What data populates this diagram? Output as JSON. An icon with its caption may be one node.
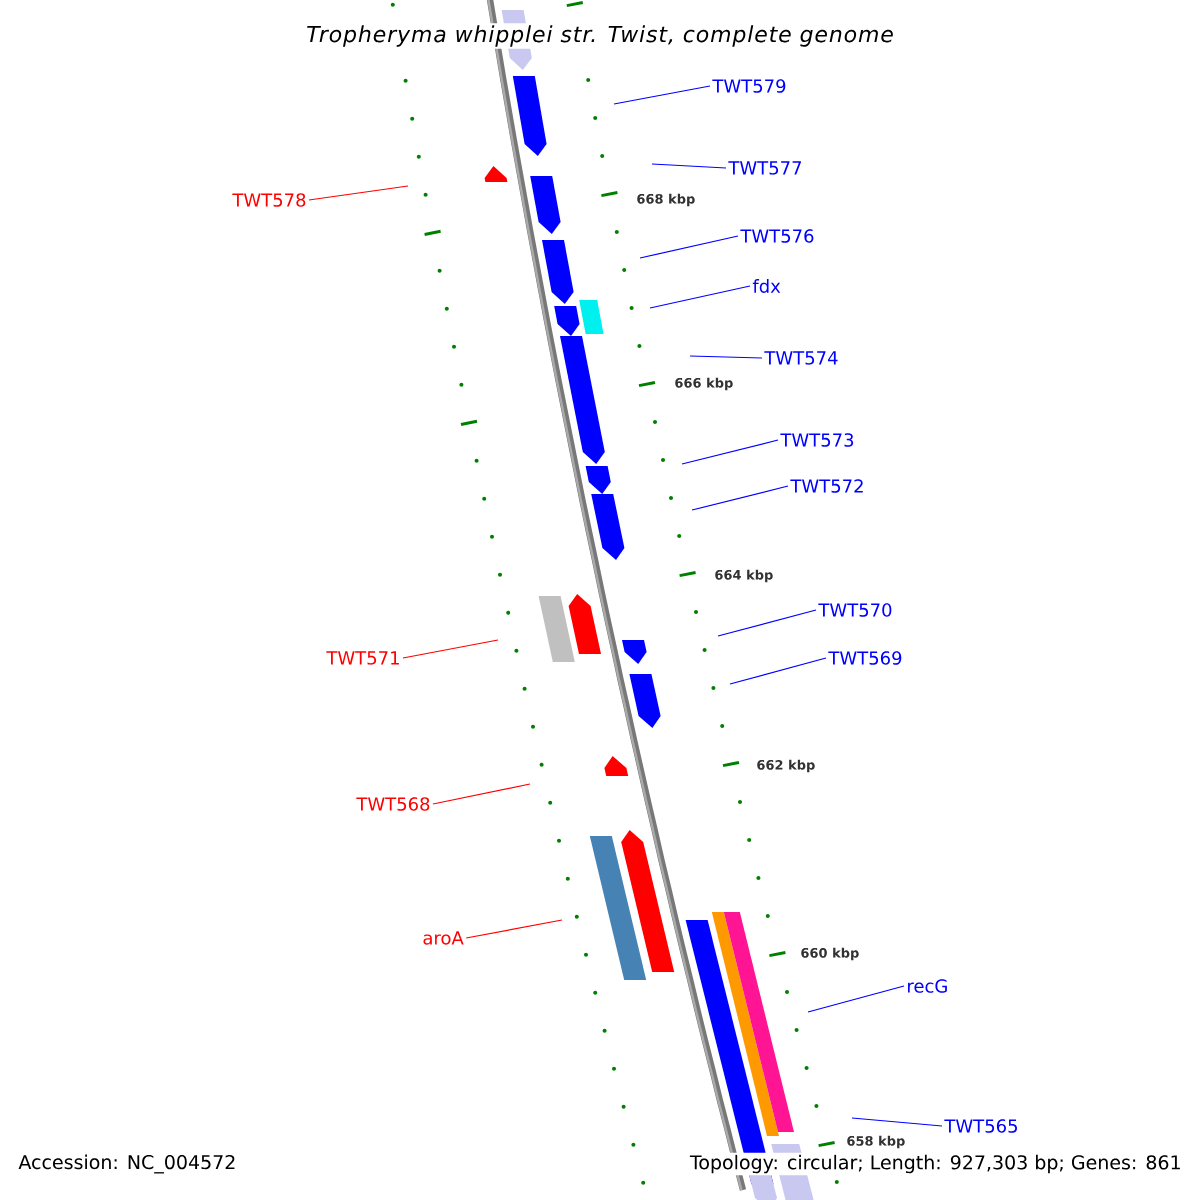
{
  "diagram": {
    "title": "Tropheryma whipplei str. Twist, complete genome",
    "nodes": [
      {
        "text": [
          "TWT579"
        ]
      },
      {
        "text": [
          "TWT577"
        ]
      },
      {
        "text": [
          "TWT578"
        ]
      },
      {
        "text": [
          "TWT576"
        ]
      },
      {
        "text": [
          "fdx"
        ]
      },
      {
        "text": [
          "TWT574"
        ]
      },
      {
        "text": [
          "TWT573"
        ]
      },
      {
        "text": [
          "TWT572"
        ]
      },
      {
        "text": [
          "TWT570"
        ]
      },
      {
        "text": [
          "TWT571"
        ]
      },
      {
        "text": [
          "TWT569"
        ]
      },
      {
        "text": [
          "TWT568"
        ]
      },
      {
        "text": [
          "aroA"
        ]
      },
      {
        "text": [
          "recG"
        ]
      },
      {
        "text": [
          "TWT565"
        ]
      }
    ],
    "edges": [
      {
        "from": 0,
        "to": null,
        "arrow": "none"
      },
      {
        "from": 1,
        "to": null,
        "arrow": "none"
      },
      {
        "from": 2,
        "to": null,
        "arrow": "none",
        "color": "#ff0000"
      },
      {
        "from": 3,
        "to": null,
        "arrow": "none"
      },
      {
        "from": 4,
        "to": null,
        "arrow": "none"
      },
      {
        "from": 5,
        "to": null,
        "arrow": "none"
      },
      {
        "from": 6,
        "to": null,
        "arrow": "none"
      },
      {
        "from": 7,
        "to": null,
        "arrow": "none"
      },
      {
        "from": 8,
        "to": null,
        "arrow": "none"
      },
      {
        "from": 9,
        "to": null,
        "arrow": "none",
        "color": "#ff0000"
      },
      {
        "from": 10,
        "to": null,
        "arrow": "none"
      },
      {
        "from": 11,
        "to": null,
        "arrow": "none",
        "color": "#ff0000"
      },
      {
        "from": 12,
        "to": null,
        "arrow": "none",
        "color": "#ff0000"
      },
      {
        "from": 13,
        "to": null,
        "arrow": "none"
      },
      {
        "from": 14,
        "to": null,
        "arrow": "none"
      }
    ],
    "labels": [
      "668 kbp",
      "666 kbp",
      "664 kbp",
      "662 kbp",
      "660 kbp",
      "658 kbp",
      "Accession: NC_004572",
      "Topology: circular; Length: 927,303 bp; Genes: 861"
    ]
  }
}
